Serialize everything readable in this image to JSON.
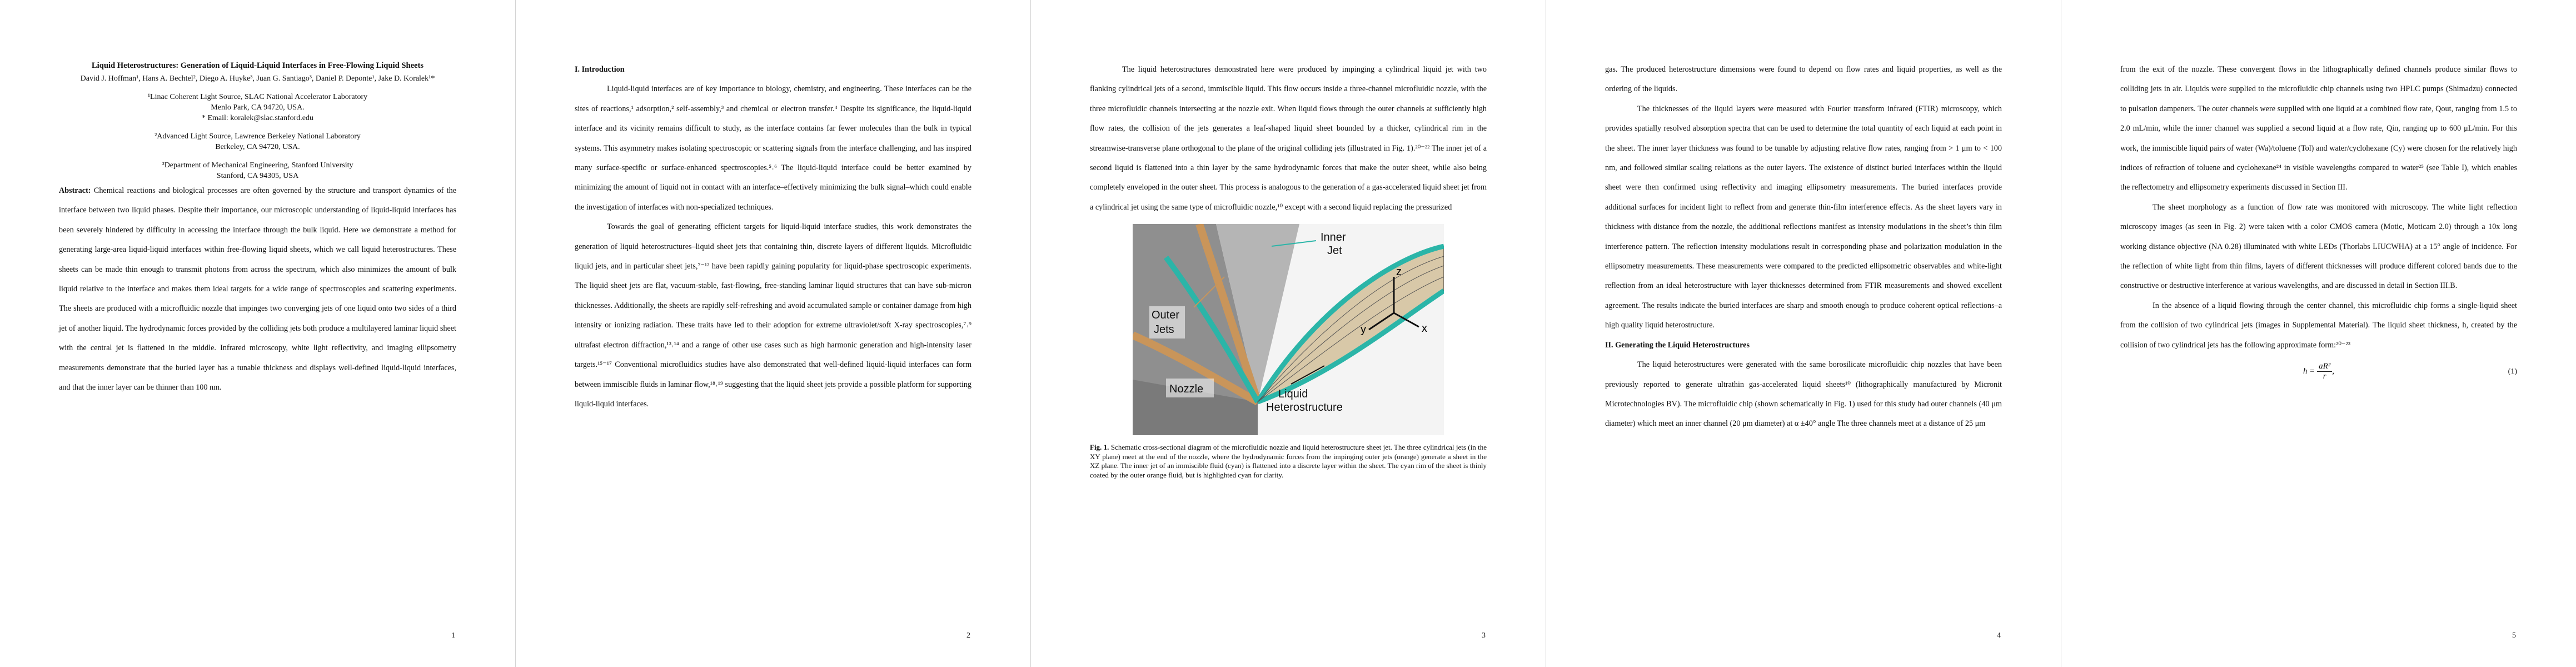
{
  "pages": [
    {
      "number": "1",
      "title": "Liquid Heterostructures: Generation of Liquid-Liquid Interfaces in Free-Flowing Liquid Sheets",
      "authors": "David J. Hoffman¹, Hans A. Bechtel², Diego A. Huyke³, Juan G. Santiago³, Daniel P. Deponte¹, Jake D. Koralek¹*",
      "affiliations": [
        "¹Linac Coherent Light Source, SLAC National Accelerator Laboratory\nMenlo Park, CA 94720, USA.\n* Email: koralek@slac.stanford.edu",
        "²Advanced Light Source, Lawrence Berkeley National Laboratory\nBerkeley, CA 94720, USA.",
        "³Department of Mechanical Engineering, Stanford University\nStanford, CA 94305, USA"
      ],
      "abstract_label": "Abstract:",
      "abstract_text": "Chemical reactions and biological processes are often governed by the structure and transport dynamics of the interface between two liquid phases. Despite their importance, our microscopic understanding of liquid-liquid interfaces has been severely hindered by difficulty in accessing the interface through the bulk liquid. Here we demonstrate a method for generating large-area liquid-liquid interfaces within free-flowing liquid sheets, which we call liquid heterostructures. These sheets can be made thin enough to transmit photons from across the spectrum, which also minimizes the amount of bulk liquid relative to the interface and makes them ideal targets for a wide range of spectroscopies and scattering experiments. The sheets are produced with a microfluidic nozzle that impinges two converging jets of one liquid onto two sides of a third jet of another liquid. The hydrodynamic forces provided by the colliding jets both produce a multilayered laminar liquid sheet with the central jet is flattened in the middle. Infrared microscopy, white light reflectivity, and imaging ellipsometry measurements demonstrate that the buried layer has a tunable thickness and displays well-defined liquid-liquid interfaces, and that the inner layer can be thinner than 100 nm."
    },
    {
      "number": "2",
      "heading": "I. Introduction",
      "paragraphs": [
        "Liquid-liquid interfaces are of key importance to biology, chemistry, and engineering. These interfaces can be the sites of reactions,¹ adsorption,² self-assembly,³ and chemical or electron transfer.⁴ Despite its significance, the liquid-liquid interface and its vicinity remains difficult to study, as the interface contains far fewer molecules than the bulk in typical systems. This asymmetry makes isolating spectroscopic or scattering signals from the interface challenging, and has inspired many surface-specific or surface-enhanced spectroscopies.⁵˒⁶ The liquid-liquid interface could be better examined by minimizing the amount of liquid not in contact with an interface–effectively minimizing the bulk signal–which could enable the investigation of interfaces with non-specialized techniques.",
        "Towards the goal of generating efficient targets for liquid-liquid interface studies, this work demonstrates the generation of liquid heterostructures–liquid sheet jets that containing thin, discrete layers of different liquids. Microfluidic liquid jets, and in particular sheet jets,⁷⁻¹² have been rapidly gaining popularity for liquid-phase spectroscopic experiments. The liquid sheet jets are flat, vacuum-stable, fast-flowing, free-standing laminar liquid structures that can have sub-micron thicknesses. Additionally, the sheets are rapidly self-refreshing and avoid accumulated sample or container damage from high intensity or ionizing radiation. These traits have led to their adoption for extreme ultraviolet/soft X-ray spectroscopies,⁷˒⁹ ultrafast electron diffraction,¹³˒¹⁴ and a range of other use cases such as high harmonic generation and high-intensity laser targets.¹⁵⁻¹⁷ Conventional microfluidics studies have also demonstrated that well-defined liquid-liquid interfaces can form between immiscible fluids in laminar flow,¹⁸˒¹⁹ suggesting that the liquid sheet jets provide a possible platform for supporting liquid-liquid interfaces."
      ]
    },
    {
      "number": "3",
      "paragraphs": [
        "The liquid heterostructures demonstrated here were produced by impinging a cylindrical liquid jet with two flanking cylindrical jets of a second, immiscible liquid. This flow occurs inside a three-channel microfluidic nozzle, with the three microfluidic channels intersecting at the nozzle exit. When liquid flows through the outer channels at sufficiently high flow rates, the collision of the jets generates a leaf-shaped liquid sheet bounded by a thicker, cylindrical rim in the streamwise-transverse plane orthogonal to the plane of the original colliding jets (illustrated in Fig. 1).²⁰⁻²² The inner jet of a second liquid is flattened into a thin layer by the same hydrodynamic forces that make the outer sheet, while also being completely enveloped in the outer sheet. This process is analogous to the generation of a gas-accelerated liquid sheet jet from a cylindrical jet using the same type of microfluidic nozzle,¹⁰ except with a second liquid replacing the pressurized"
      ],
      "figure": {
        "labels": {
          "inner_jet": "Inner\nJet",
          "outer_jets": "Outer\nJets",
          "nozzle": "Nozzle",
          "heterostructure": "Liquid\nHeterostructure",
          "axis_z": "z",
          "axis_y": "y",
          "axis_x": "x"
        },
        "caption_label": "Fig. 1.",
        "caption_text": "Schematic cross-sectional diagram of the microfluidic nozzle and liquid heterostructure sheet jet. The three cylindrical jets (in the XY plane) meet at the end of the nozzle, where the hydrodynamic forces from the impinging outer jets (orange) generate a sheet in the XZ plane. The inner jet of an immiscible fluid (cyan) is flattened into a discrete layer within the sheet. The cyan rim of the sheet is thinly coated by the outer orange fluid, but is highlighted cyan for clarity.",
        "colors": {
          "outer": "#c9955a",
          "inner": "#2bb5a8",
          "nozzle": "#8f8f8f"
        }
      }
    },
    {
      "number": "4",
      "paragraphs": [
        "gas. The produced heterostructure dimensions were found to depend on flow rates and liquid properties, as well as the ordering of the liquids.",
        "The thicknesses of the liquid layers were measured with Fourier transform infrared (FTIR) microscopy, which provides spatially resolved absorption spectra that can be used to determine the total quantity of each liquid at each point in the sheet. The inner layer thickness was found to be tunable by adjusting relative flow rates, ranging from > 1 μm to < 100 nm, and followed similar scaling relations as the outer layers. The existence of distinct buried interfaces within the liquid sheet were then confirmed using reflectivity and imaging ellipsometry measurements. The buried interfaces provide additional surfaces for incident light to reflect from and generate thin-film interference effects. As the sheet layers vary in thickness with distance from the nozzle, the additional reflections manifest as intensity modulations in the sheet’s thin film interference pattern. The reflection intensity modulations result in corresponding phase and polarization modulation in the ellipsometry measurements. These measurements were compared to the predicted ellipsometric observables and white-light reflection from an ideal heterostructure with layer thicknesses determined from FTIR measurements and showed excellent agreement. The results indicate the buried interfaces are sharp and smooth enough to produce coherent optical reflections–a high quality liquid heterostructure."
      ],
      "heading": "II. Generating the Liquid Heterostructures",
      "paragraph_after": "The liquid heterostructures were generated with the same borosilicate microfluidic chip nozzles that have been previously reported to generate ultrathin gas-accelerated liquid sheets¹⁰ (lithographically manufactured by Micronit Microtechnologies BV). The microfluidic chip (shown schematically in Fig. 1) used for this study had outer channels (40 μm diameter) which meet an inner channel (20 μm diameter) at α ±40° angle The three channels meet at a distance of 25 μm"
    },
    {
      "number": "5",
      "paragraphs": [
        "from the exit of the nozzle. These convergent flows in the lithographically defined channels produce similar flows to colliding jets in air. Liquids were supplied to the microfluidic chip channels using two HPLC pumps (Shimadzu) connected to pulsation dampeners. The outer channels were supplied with one liquid at a combined flow rate, Qout, ranging from 1.5 to 2.0 mL/min, while the inner channel was supplied a second liquid at a flow rate, Qin, ranging up to 600 μL/min. For this work, the immiscible liquid pairs of water (Wa)/toluene (Tol) and water/cyclohexane (Cy) were chosen for the relatively high indices of refraction of toluene and cyclohexane²⁴ in visible wavelengths compared to water²⁵ (see Table I), which enables the reflectometry and ellipsometry experiments discussed in Section III.",
        "The sheet morphology as a function of flow rate was monitored with microscopy. The white light reflection microscopy images (as seen in Fig. 2) were taken with a color CMOS camera (Motic, Moticam 2.0) through a 10x long working distance objective (NA 0.28) illuminated with white LEDs (Thorlabs LIUCWHA) at a 15° angle of incidence. For the reflection of white light from thin films, layers of different thicknesses will produce different colored bands due to the constructive or destructive interference at various wavelengths, and are discussed in detail in Section III.B.",
        "In the absence of a liquid flowing through the center channel, this microfluidic chip forms a single-liquid sheet from the collision of two cylindrical jets (images in Supplemental Material). The liquid sheet thickness, h, created by the collision of two cylindrical jets has the following approximate form:²⁰⁻²³"
      ],
      "equation": {
        "lhs": "h =",
        "num": "aR²",
        "den": "r",
        "tail": ",",
        "number": "(1)"
      }
    }
  ]
}
